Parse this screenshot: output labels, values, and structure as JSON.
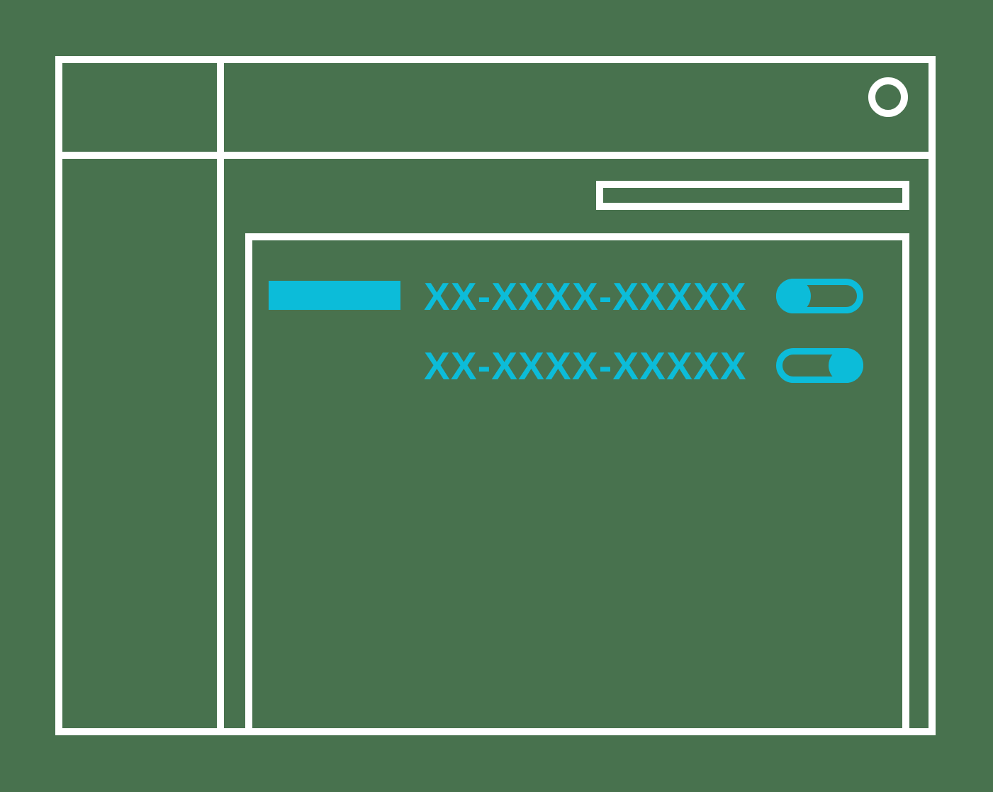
{
  "colors": {
    "background": "#48724E",
    "line": "#FFFFFF",
    "accent": "#0CBCD9"
  },
  "window": {
    "header": {
      "avatar_icon": "user-avatar-circle"
    },
    "sidebar": {
      "items": []
    },
    "main": {
      "search": {
        "value": "",
        "placeholder": ""
      },
      "panel": {
        "rows": [
          {
            "label_block": "placeholder",
            "code": "XX-XXXX-XXXXX",
            "toggle": "off"
          },
          {
            "code": "XX-XXXX-XXXXX",
            "toggle": "on"
          }
        ]
      }
    }
  }
}
